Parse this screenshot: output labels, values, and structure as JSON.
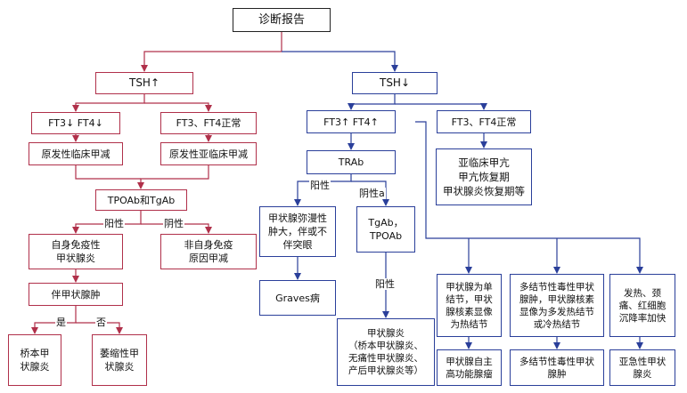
{
  "title": "诊断报告",
  "left": {
    "tsh_up": "TSH↑",
    "ft_down": "FT3↓ FT4↓",
    "ft_normal": "FT3、FT4正常",
    "primary_clinical": "原发性临床甲减",
    "primary_subclinical": "原发性亚临床甲减",
    "antibodies": "TPOAb和TgAb",
    "positive_label": "阳性",
    "negative_label": "阴性",
    "autoimmune": "自身免疫性\n甲状腺炎",
    "non_autoimmune": "非自身免疫\n原因甲减",
    "goiter": "伴甲状腺肿",
    "yes_label": "是",
    "no_label": "否",
    "hashimoto": "桥本甲\n状腺炎",
    "atrophic": "萎缩性甲\n状腺炎"
  },
  "right": {
    "tsh_down": "TSH↓",
    "ft_up": "FT3↑ FT4↑",
    "ft_normal": "FT3、FT4正常",
    "subclinical": "亚临床甲亢\n甲亢恢复期\n甲状腺炎恢复期等",
    "trab": "TRAb",
    "positive_label": "阳性",
    "negative_label": "阴性a",
    "diffuse": "甲状腺弥漫性\n肿大，伴或不\n伴突眼",
    "graves": "Graves病",
    "tgab": "TgAb，\nTPOAb",
    "positive_label2": "阳性",
    "thyroiditis": "甲状腺炎\n（桥本甲状腺炎、\n无痛性甲状腺炎、\n产后甲状腺炎等）",
    "single_nodule": "甲状腺为单\n结节，甲状\n腺核素显像\n为热结节",
    "multi_nodule": "多结节性毒性甲状\n腺肿，甲状腺核素\n显像为多发热结节\n或冷热结节",
    "fever": "发热、颈\n痛、红细胞\n沉降率加快",
    "adenoma": "甲状腺自主\n高功能腺瘤",
    "multi_goiter": "多结节性毒性甲状\n腺肿",
    "subacute": "亚急性甲状\n腺炎"
  },
  "colors": {
    "left_branch": "#b0304a",
    "right_branch": "#2a3f9a",
    "root": "#222222"
  }
}
